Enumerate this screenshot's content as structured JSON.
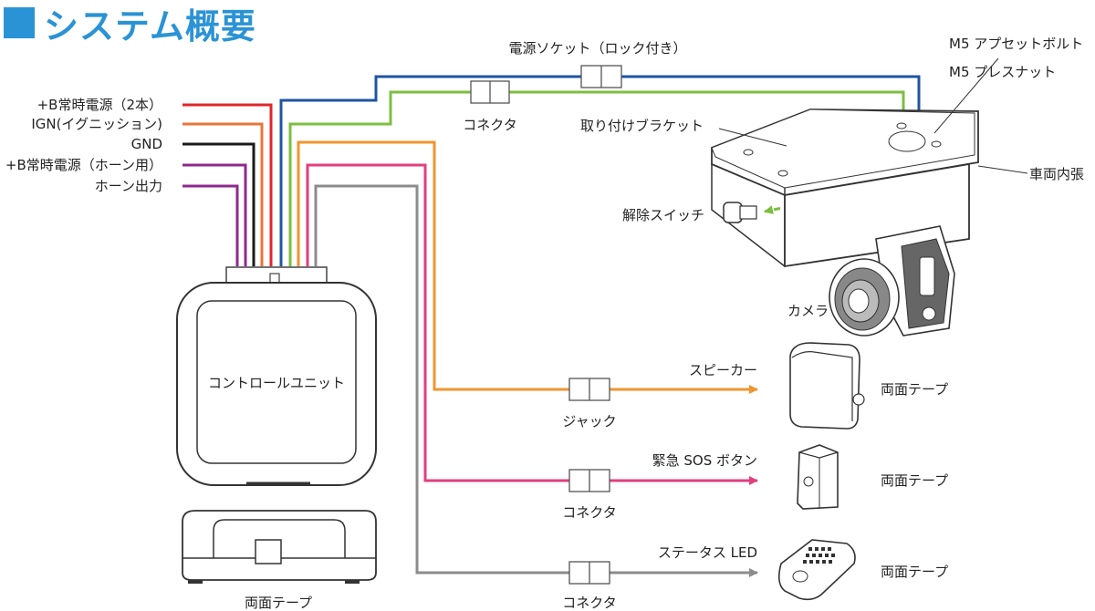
{
  "title": "システム概要",
  "colors": {
    "accent": "#2a93d5",
    "red": "#e0262b",
    "orange_ign": "#e8743b",
    "black": "#1a1a1a",
    "purple": "#8c2a8c",
    "blue": "#1f55a3",
    "green": "#7bbf3f",
    "orange": "#f0962f",
    "pink": "#e23f7e",
    "gray": "#8c8c8c"
  },
  "wires": {
    "red": "+B常時電源（2本）",
    "ign": "IGN(イグニッション)",
    "gnd": "GND",
    "horn_power": "+B常時電源（ホーン用）",
    "horn_out": "ホーン出力"
  },
  "labels": {
    "power_socket": "電源ソケット（ロック付き）",
    "connector_top": "コネクタ",
    "bracket": "取り付けブラケット",
    "bolt": "M5 アプセットボルト",
    "nut": "M5 プレスナット",
    "ceiling": "車両内張",
    "release_switch": "解除スイッチ",
    "camera": "カメラ",
    "control_unit": "コントロールユニット",
    "speaker": "スピーカー",
    "jack": "ジャック",
    "sos": "緊急 SOS ボタン",
    "connector_sos": "コネクタ",
    "led": "ステータス LED",
    "connector_led": "コネクタ",
    "tape_speaker": "両面テープ",
    "tape_sos": "両面テープ",
    "tape_led": "両面テープ",
    "tape_unit": "両面テープ"
  }
}
